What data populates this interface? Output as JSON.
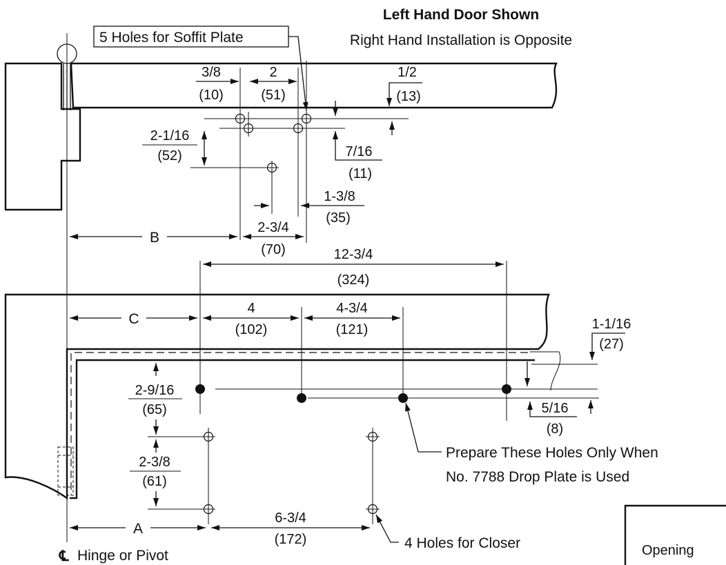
{
  "header": {
    "title": "Left Hand Door Shown",
    "subtitle": "Right Hand Installation is Opposite"
  },
  "callouts": {
    "soffit_holes": "5 Holes for Soffit Plate",
    "drop_plate_line1": "Prepare These Holes Only When",
    "drop_plate_line2": "No. 7788 Drop Plate is Used",
    "closer_holes": "4 Holes for Closer",
    "hinge_label": "Hinge or Pivot",
    "centerline_symbol": "℄",
    "opening": "Opening"
  },
  "dimensions": {
    "d_3_8": "3/8",
    "d_10": "(10)",
    "d_2": "2",
    "d_51": "(51)",
    "d_1_2": "1/2",
    "d_13": "(13)",
    "d_2_1_16": "2-1/16",
    "d_52": "(52)",
    "d_7_16": "7/16",
    "d_11": "(11)",
    "d_1_3_8": "1-3/8",
    "d_35": "(35)",
    "d_2_3_4": "2-3/4",
    "d_70": "(70)",
    "label_b": "B",
    "d_12_3_4": "12-3/4",
    "d_324": "(324)",
    "label_c": "C",
    "d_4": "4",
    "d_102": "(102)",
    "d_4_3_4": "4-3/4",
    "d_121": "(121)",
    "d_1_1_16": "1-1/16",
    "d_27": "(27)",
    "d_2_9_16": "2-9/16",
    "d_65": "(65)",
    "d_5_16": "5/16",
    "d_8": "(8)",
    "d_2_3_8": "2-3/8",
    "d_61": "(61)",
    "label_a": "A",
    "d_6_3_4": "6-3/4",
    "d_172": "(172)"
  }
}
